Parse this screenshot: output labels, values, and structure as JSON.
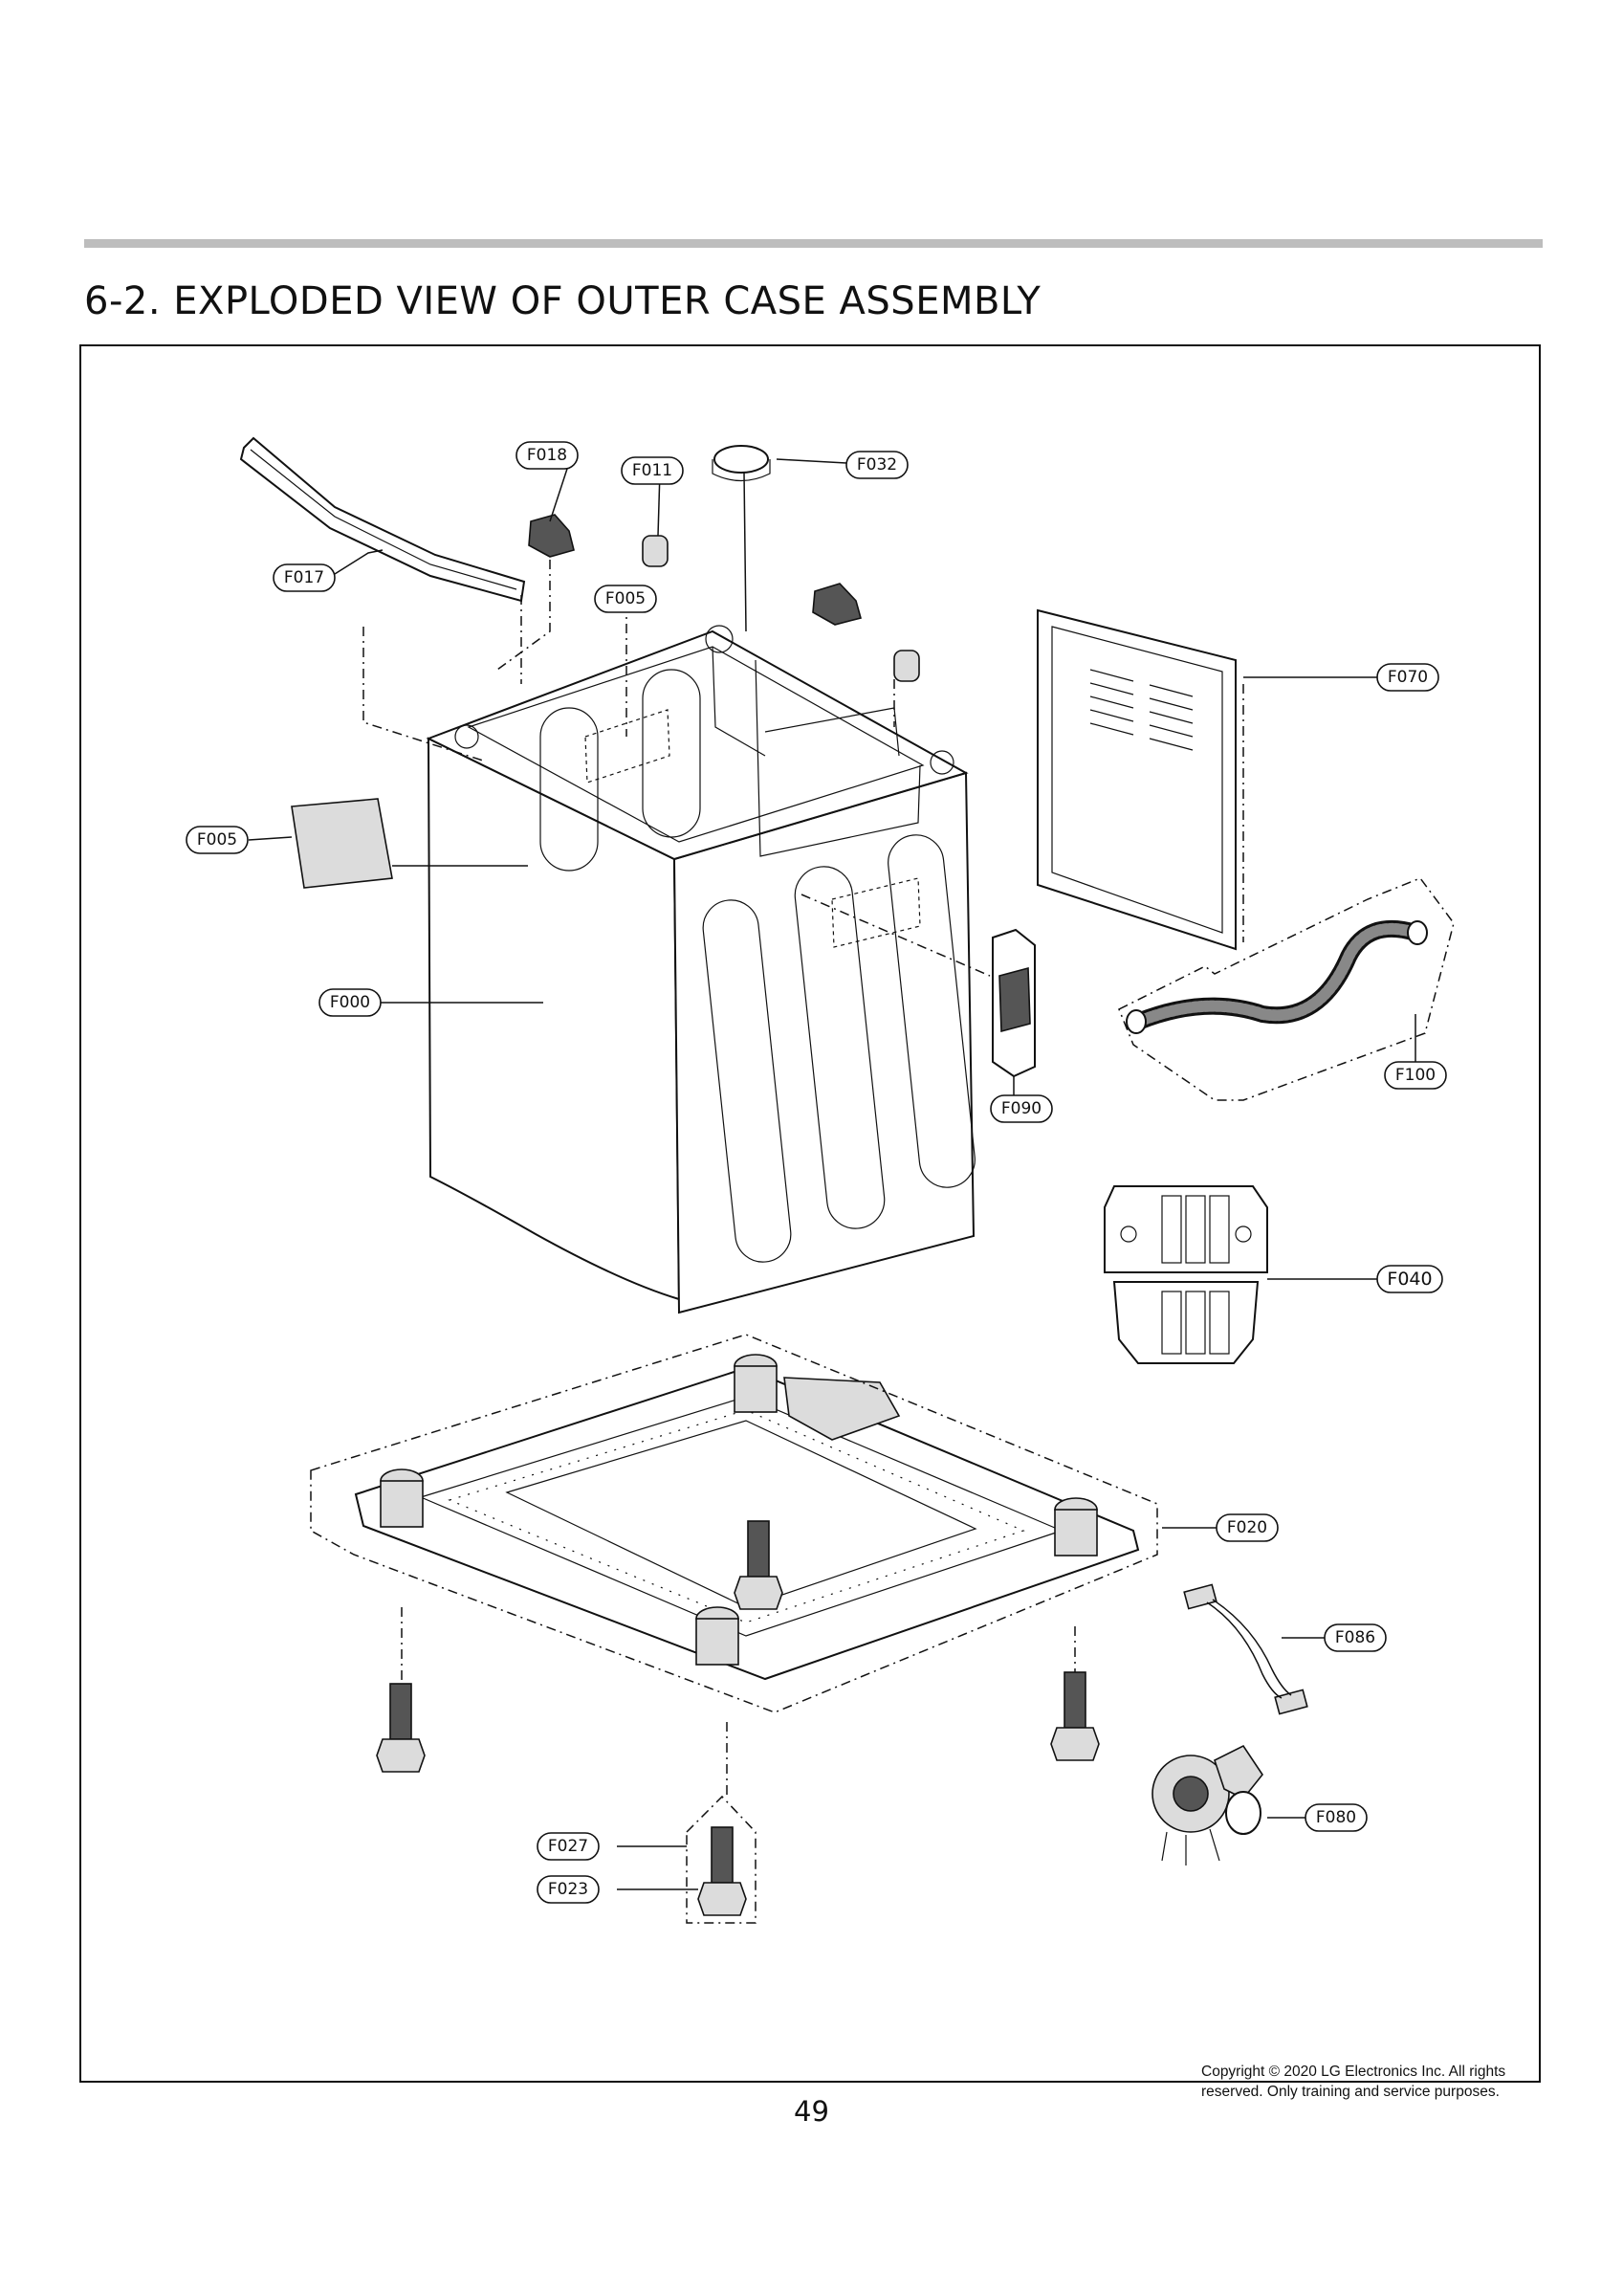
{
  "header": {
    "title": "6-2. EXPLODED VIEW OF OUTER CASE ASSEMBLY"
  },
  "callouts": {
    "f018": "F018",
    "f011": "F011",
    "f032": "F032",
    "f017": "F017",
    "f005_top": "F005",
    "f070": "F070",
    "f005_left": "F005",
    "f000": "F000",
    "f090": "F090",
    "f100": "F100",
    "f040": "F040",
    "f020": "F020",
    "f086": "F086",
    "f080": "F080",
    "f027": "F027",
    "f023": "F023"
  },
  "footer": {
    "page_number": "49",
    "copyright_line1": "Copyright © 2020 LG Electronics Inc. All rights",
    "copyright_line2": "reserved. Only training and service purposes."
  }
}
